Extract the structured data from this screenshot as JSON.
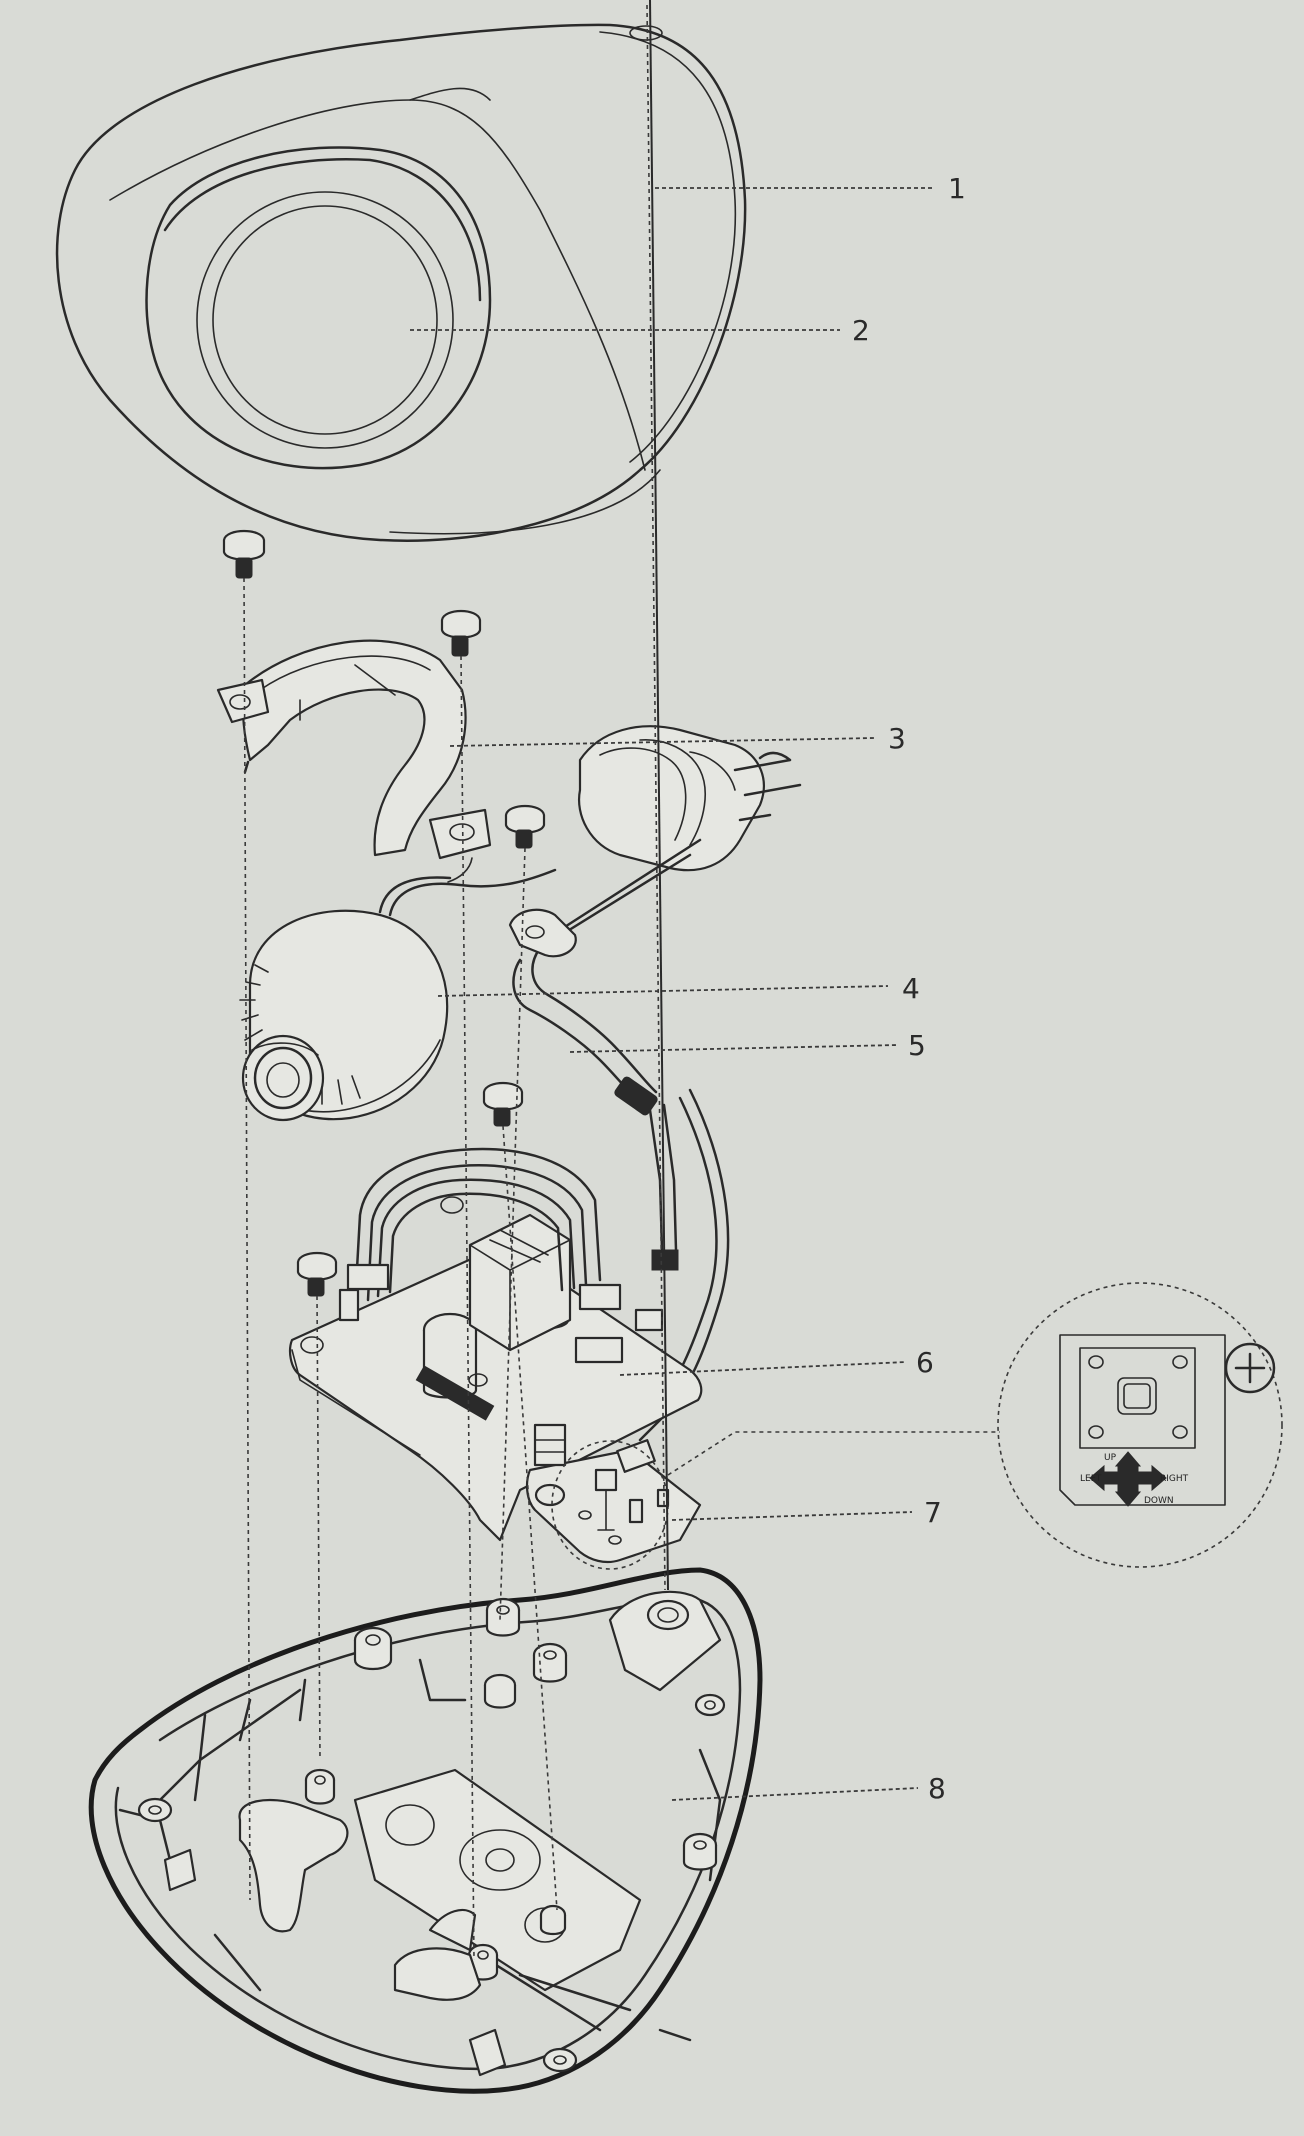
{
  "callouts": [
    {
      "number": "1",
      "part": "top-cover"
    },
    {
      "number": "2",
      "part": "dome-window"
    },
    {
      "number": "3",
      "part": "camera-bracket"
    },
    {
      "number": "4",
      "part": "camera-module"
    },
    {
      "number": "5",
      "part": "cable"
    },
    {
      "number": "6",
      "part": "main-circuit-board"
    },
    {
      "number": "7",
      "part": "joystick-board"
    },
    {
      "number": "8",
      "part": "base-housing"
    }
  ],
  "detail_inset": {
    "labels": [
      "UP",
      "LEFT",
      "RIGHT",
      "DOWN"
    ]
  },
  "colors": {
    "paper": "#d9dbd6",
    "ink": "#2a2a2a"
  }
}
